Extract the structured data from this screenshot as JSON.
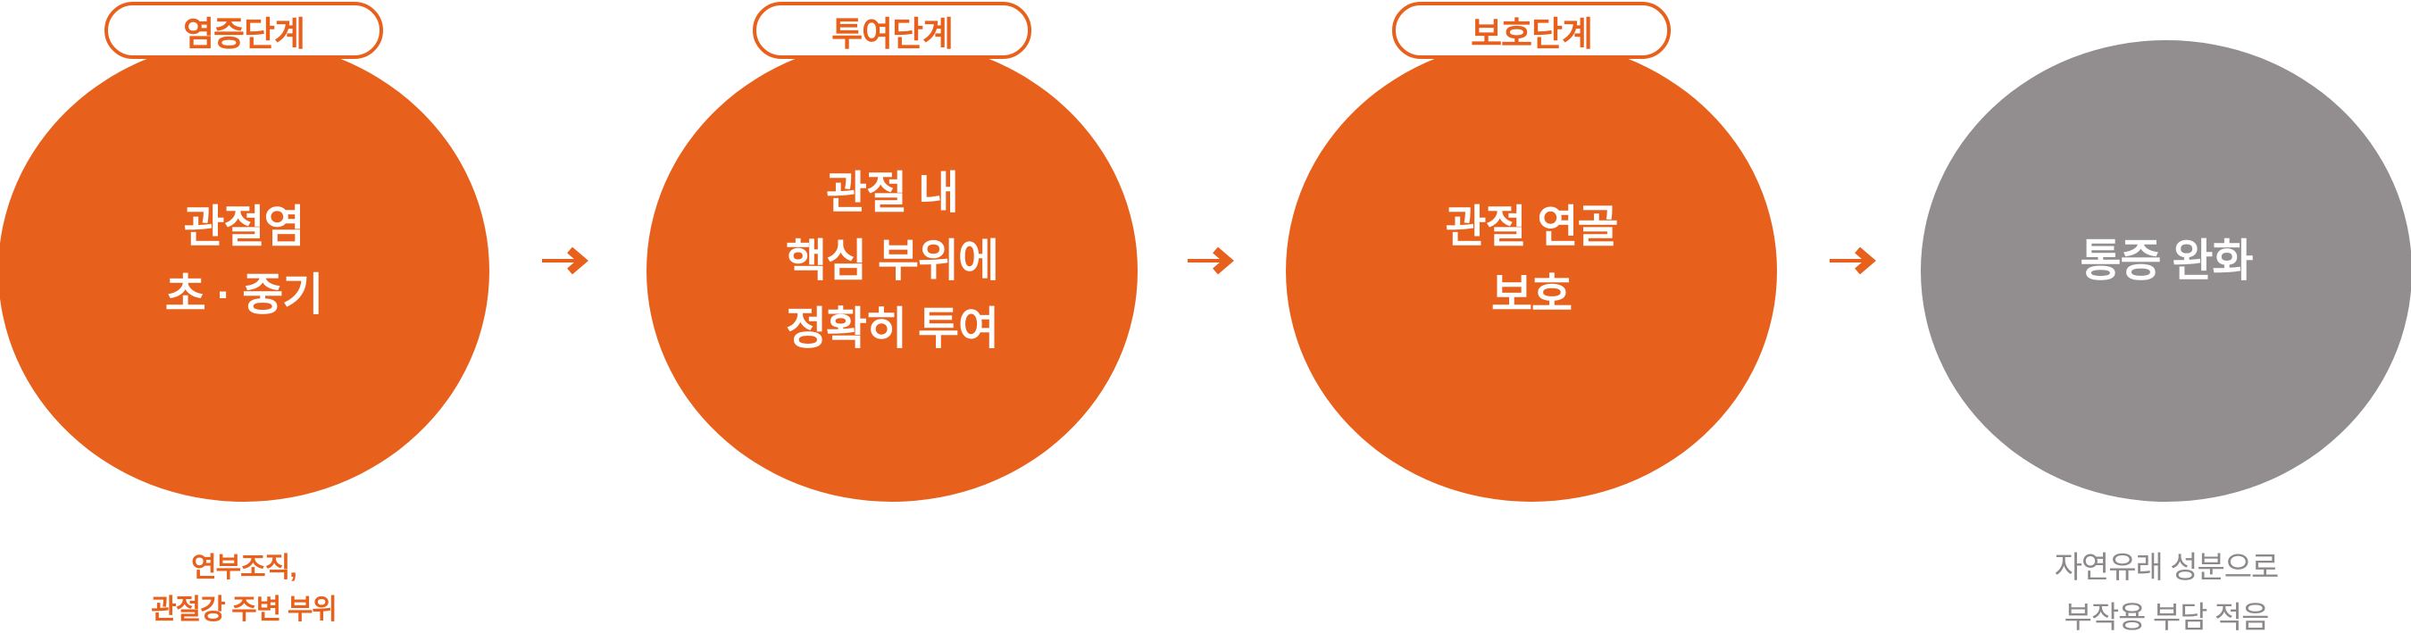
{
  "colors": {
    "orange": "#E8611C",
    "gray_circle": "#928E90",
    "gray_text": "#8D898B",
    "circle_text": "#FFFFFF",
    "badge_background": "#FFFFFF"
  },
  "steps": [
    {
      "badge": "염증단계",
      "title_lines": [
        "관절염",
        "초 · 중기"
      ],
      "caption_lines": [
        "연부조직,",
        "관절강 주변 부위"
      ],
      "variant": "orange"
    },
    {
      "badge": "투여단계",
      "title_lines": [
        "관절 내",
        "핵심 부위에",
        "정확히 투여"
      ],
      "variant": "orange"
    },
    {
      "badge": "보호단계",
      "title_lines": [
        "관절 연골",
        "보호"
      ],
      "variant": "orange"
    },
    {
      "title_lines": [
        "통증 완화"
      ],
      "caption_lines": [
        "자연유래 성분으로",
        "부작용 부담 적음"
      ],
      "variant": "gray"
    }
  ],
  "arrows": [
    "→",
    "→",
    "→"
  ]
}
